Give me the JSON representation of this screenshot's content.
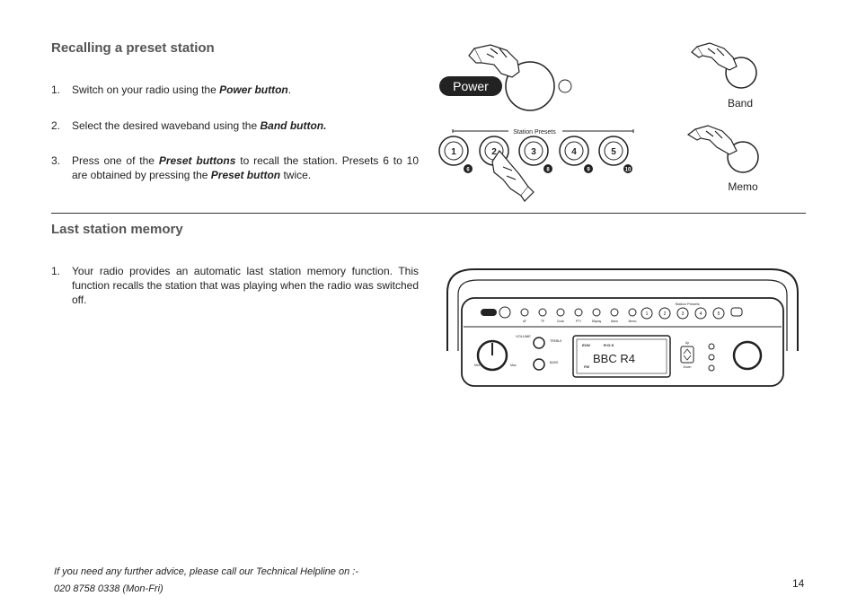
{
  "section1": {
    "title": "Recalling a preset station",
    "steps": [
      {
        "num": "1.",
        "pre": "Switch on your radio using the ",
        "bold": "Power button",
        "post": "."
      },
      {
        "num": "2.",
        "pre": "Select the desired waveband using the ",
        "bold": "Band button.",
        "post": ""
      },
      {
        "num": "3.",
        "pre": "Press one of the ",
        "bold": "Preset buttons",
        "mid": "  to recall the station. Presets 6  to 10 are obtained by pressing the ",
        "bold2": "Preset button",
        "post": " twice."
      }
    ]
  },
  "section2": {
    "title": "Last station memory",
    "steps": [
      {
        "num": "1.",
        "text": "Your radio provides an automatic last station memory function. This function recalls the station that was playing when the radio was switched off."
      }
    ]
  },
  "illustration": {
    "power_label": "Power",
    "band_label": "Band",
    "memo_label": "Memo",
    "presets_label": "Station Presets",
    "preset_numbers": [
      "1",
      "2",
      "3",
      "4",
      "5"
    ],
    "shifted_numbers": [
      "6",
      "7",
      "8",
      "9",
      "10"
    ]
  },
  "radio": {
    "display_text": "BBC R4",
    "display_band": "FM",
    "display_logo": "EON",
    "rds_text": "R·D·S",
    "volume_label": "VOLUME",
    "treble_label": "TREBLE",
    "bass_label": "BASS",
    "min_label": "Min",
    "max_label": "Max",
    "up_label": "Up",
    "down_label": "Down",
    "top_button_labels": [
      "AF",
      "TP",
      "Clock",
      "PTY",
      "Display",
      "Band",
      "Memo"
    ]
  },
  "footer": {
    "line1": "If you need any further advice, please call our Technical Helpline on :-",
    "line2": "020 8758 0338 (Mon-Fri)",
    "page_number": "14"
  }
}
